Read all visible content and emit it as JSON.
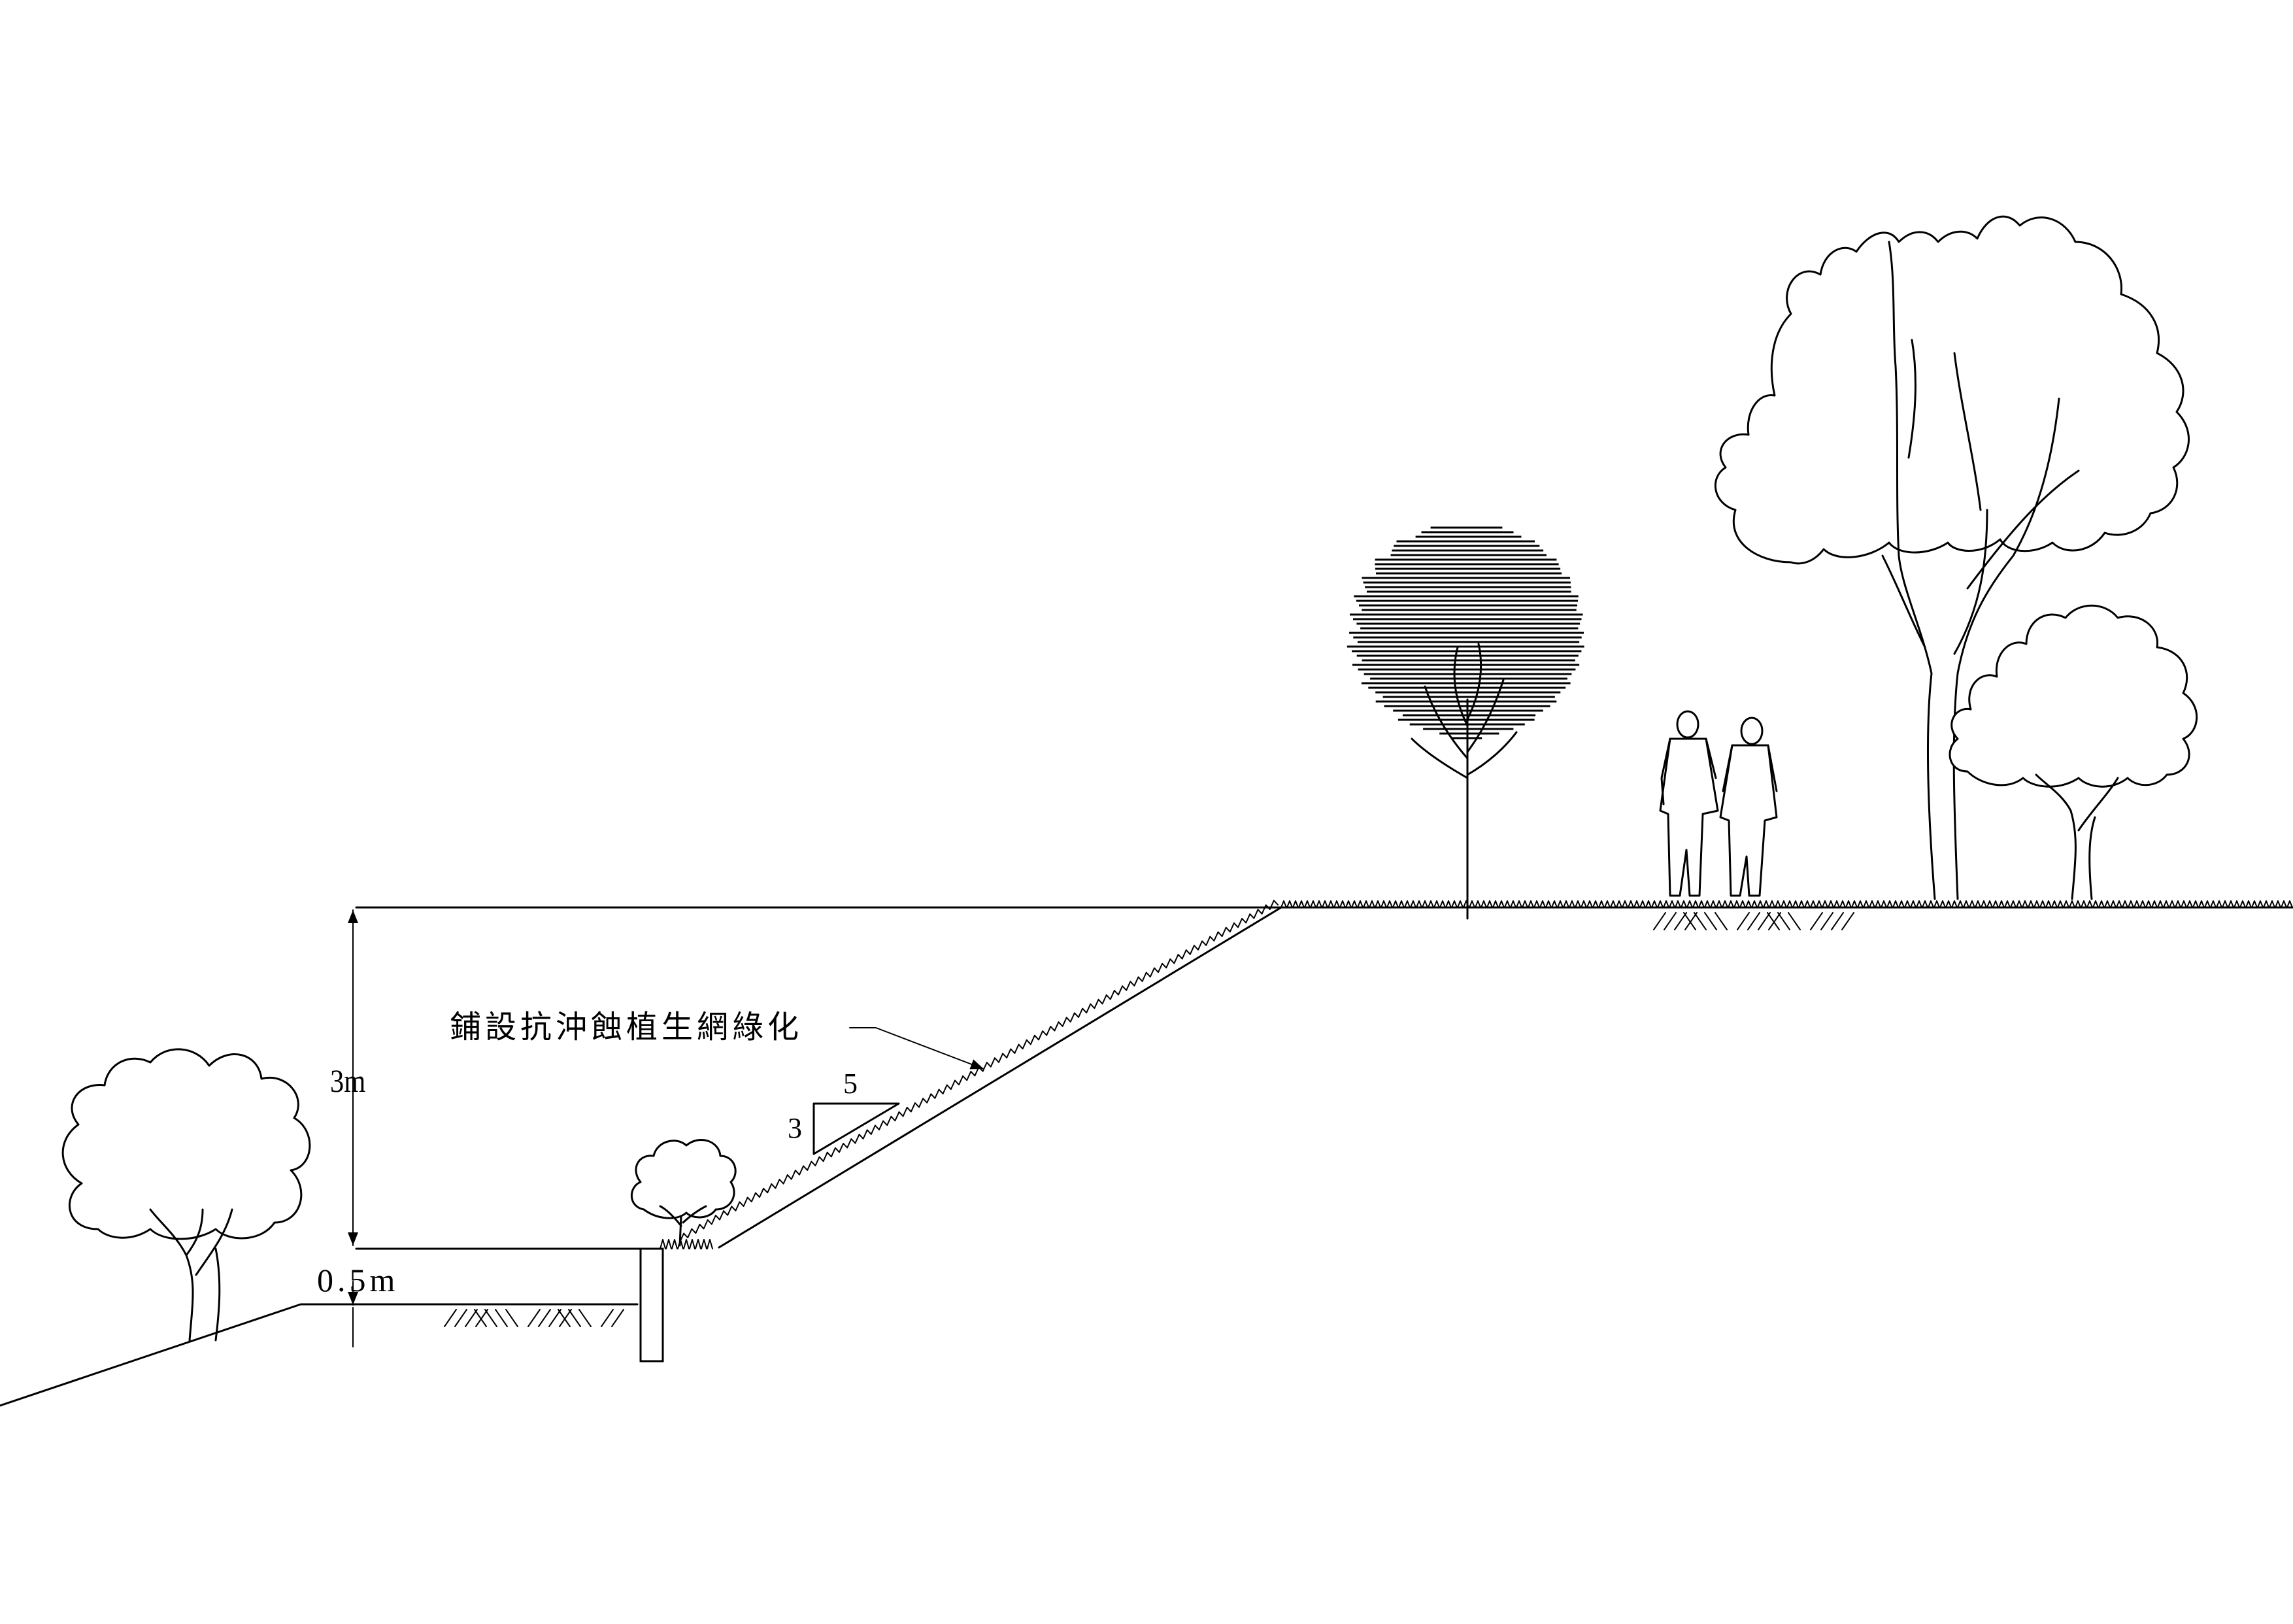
{
  "annotations": {
    "slope_label": "鋪設抗沖蝕植生網綠化",
    "height_dimension": "3m",
    "base_dimension": "0.5m",
    "slope_ratio_rise": "3",
    "slope_ratio_run": "5"
  },
  "colors": {
    "line": "#000000",
    "background": "#ffffff"
  }
}
